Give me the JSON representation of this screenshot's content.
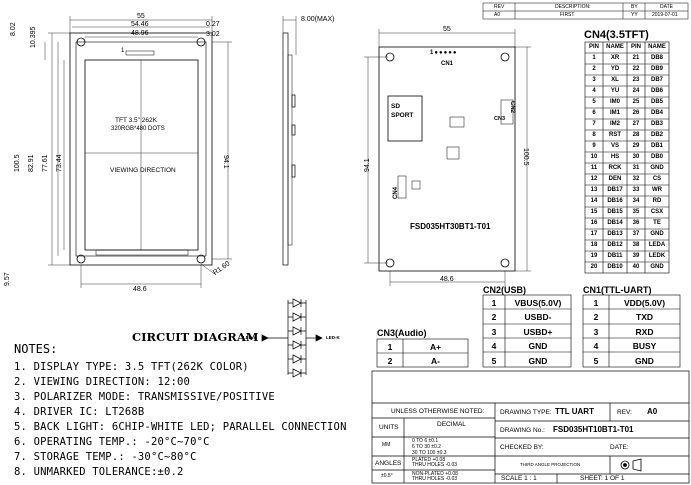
{
  "revision_block": {
    "headers": [
      "REV",
      "DESCRIPTION:",
      "BY",
      "DATE"
    ],
    "row": [
      "A0",
      "FIRST",
      "YY",
      "2019-07-01"
    ]
  },
  "front_view": {
    "dims_top": [
      "55",
      "54.46",
      "48.96",
      "0.27",
      "3.02"
    ],
    "dims_left": [
      "8.02",
      "10.395",
      "100.5",
      "82.91",
      "77.61",
      "73.44",
      "9.57"
    ],
    "dim_right": "94.1",
    "dim_bottom": "48.6",
    "radius": "R1.60",
    "connector_pins": "1",
    "screen_lines": [
      "TFT 3.5\" 262K",
      "320RGB*480 DOTS",
      "VIEWING DIRECTION"
    ]
  },
  "side_view": {
    "thickness": "8.00(MAX)"
  },
  "back_view": {
    "dim_top": "55",
    "dim_left": "94.1",
    "dim_right": "100.5",
    "dim_bottom": "48.6",
    "cn1": "CN1",
    "cn2": "CN2",
    "cn3": "CN3",
    "cn4": "CN4",
    "sd_lines": [
      "SD",
      "SPORT"
    ],
    "part_label": "FSD035HT30BT1-T01"
  },
  "cn4": {
    "title": "CN4(3.5TFT)",
    "headers": [
      "PIN",
      "NAME",
      "PIN",
      "NAME"
    ],
    "rows": [
      [
        "1",
        "XR",
        "21",
        "DB8"
      ],
      [
        "2",
        "YD",
        "22",
        "DB9"
      ],
      [
        "3",
        "XL",
        "23",
        "DB7"
      ],
      [
        "4",
        "YU",
        "24",
        "DB6"
      ],
      [
        "5",
        "IM0",
        "25",
        "DB5"
      ],
      [
        "6",
        "IM1",
        "26",
        "DB4"
      ],
      [
        "7",
        "IM2",
        "27",
        "DB3"
      ],
      [
        "8",
        "RST",
        "28",
        "DB2"
      ],
      [
        "9",
        "VS",
        "29",
        "DB1"
      ],
      [
        "10",
        "HS",
        "30",
        "DB0"
      ],
      [
        "11",
        "RCK",
        "31",
        "GND"
      ],
      [
        "12",
        "DEN",
        "32",
        "CS"
      ],
      [
        "13",
        "DB17",
        "33",
        "WR"
      ],
      [
        "14",
        "DB16",
        "34",
        "RD"
      ],
      [
        "15",
        "DB15",
        "35",
        "CSX"
      ],
      [
        "16",
        "DB14",
        "36",
        "TE"
      ],
      [
        "17",
        "DB13",
        "37",
        "GND"
      ],
      [
        "18",
        "DB12",
        "38",
        "LEDA"
      ],
      [
        "19",
        "DB11",
        "39",
        "LEDK"
      ],
      [
        "20",
        "DB10",
        "40",
        "GND"
      ]
    ]
  },
  "cn2": {
    "title": "CN2(USB)",
    "rows": [
      [
        "1",
        "VBUS(5.0V)"
      ],
      [
        "2",
        "USBD-"
      ],
      [
        "3",
        "USBD+"
      ],
      [
        "4",
        "GND"
      ],
      [
        "5",
        "GND"
      ]
    ]
  },
  "cn1": {
    "title": "CN1(TTL-UART)",
    "rows": [
      [
        "1",
        "VDD(5.0V)"
      ],
      [
        "2",
        "TXD"
      ],
      [
        "3",
        "RXD"
      ],
      [
        "4",
        "BUSY"
      ],
      [
        "5",
        "GND"
      ]
    ]
  },
  "cn3": {
    "title": "CN3(Audio)",
    "rows": [
      [
        "1",
        "A+"
      ],
      [
        "2",
        "A-"
      ]
    ]
  },
  "circuit": {
    "title": "CIRCUIT DIAGRAM",
    "anode": "LED-A",
    "cathode": "LED-K"
  },
  "notes": {
    "title": "NOTES:",
    "items": [
      "1. DISPLAY TYPE:  3.5 TFT(262K COLOR)",
      "2. VIEWING DIRECTION: 12:00",
      "3. POLARIZER MODE:  TRANSMISSIVE/POSITIVE",
      "4. DRIVER IC:  LT268B",
      "5. BACK LIGHT: 6CHIP-WHITE LED; PARALLEL CONNECTION",
      "6. OPERATING TEMP.:    -20°C~70°C",
      "7. STORAGE TEMP.:    -30°C~80°C",
      "8. UNMARKED TOLERANCE:±0.2"
    ]
  },
  "title_block": {
    "unless": "UNLESS OTHERWISE NOTED:",
    "units": "UNITS",
    "decimal": "DECIMAL",
    "mm": "MM",
    "tol_lines": [
      "0   TO   6    ±0.1",
      "6   TO  30   ±0.2",
      "30  TO 100  ±0.3"
    ],
    "angles": "ANGLES",
    "plated": "PLATED       +0.08",
    "plated_holes": "THRU  HOLES  -0.03",
    "angle_tol": "±0.5°",
    "nonplated": "NON-PLATED  +0.08",
    "nonplated_holes": "THRU  HOLES  -0.03",
    "drawing_type_label": "DRAWING TYPE:",
    "drawing_type": "TTL UART",
    "rev_label": "REV:",
    "rev": "A0",
    "drawing_no_label": "DRAWING No.:",
    "drawing_no": "FSD035HT10BT1-T01",
    "checked": "CHECKED BY:",
    "date": "DATE:",
    "projection": "THIRD ANGLE PROJECTION",
    "scale": "SCALE  1 : 1",
    "sheet": "SHEET: 1  OF  1"
  }
}
